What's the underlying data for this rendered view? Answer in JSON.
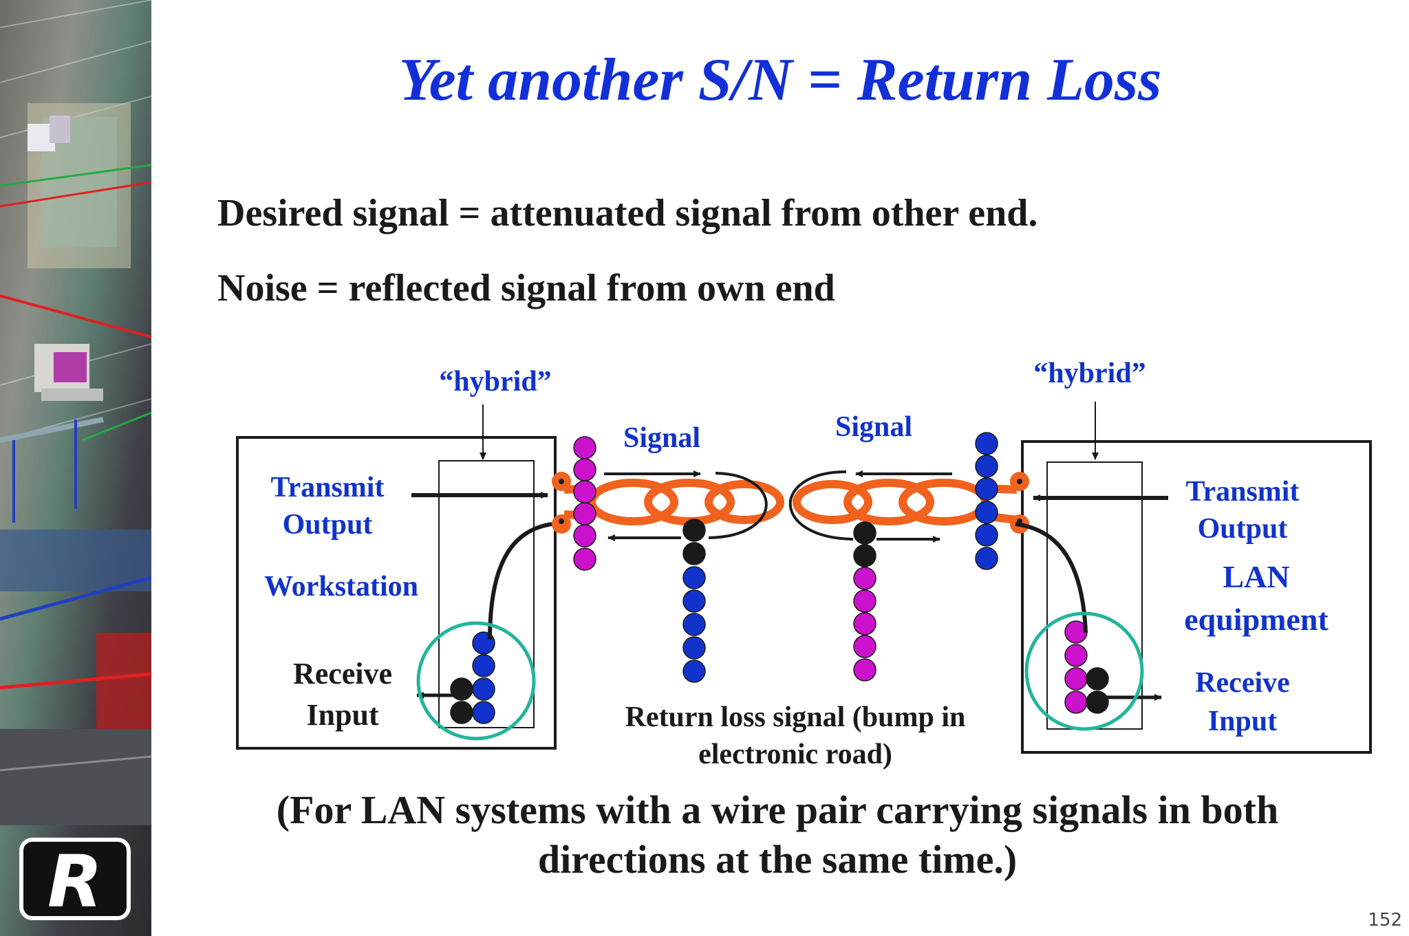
{
  "slide": {
    "title": "Yet another S/N = Return Loss",
    "lines": [
      "Desired signal = attenuated signal from other end.",
      "Noise = reflected signal from own end"
    ],
    "footnote_line1": "(For LAN systems with a wire pair carrying signals in both",
    "footnote_line2": "directions at the same time.)",
    "page_number": "152"
  },
  "diagram": {
    "left": {
      "hybrid": "“hybrid”",
      "transmit": "Transmit",
      "output": "Output",
      "device": "Workstation",
      "receive": "Receive",
      "input": "Input"
    },
    "right": {
      "hybrid": "“hybrid”",
      "transmit": "Transmit",
      "output": "Output",
      "device_line1": "LAN",
      "device_line2": "equipment",
      "receive": "Receive",
      "input": "Input"
    },
    "signal_left": "Signal",
    "signal_right": "Signal",
    "return_loss_line1": "Return loss signal (bump in",
    "return_loss_line2": "electronic road)"
  },
  "logo": {
    "text": "R"
  },
  "colors": {
    "title": "#1230d8",
    "label_blue": "#1133cc",
    "magenta": "#cc11cc",
    "blue_dot": "#1133cc",
    "black_dot": "#1a1a1a",
    "cable": "#f0621e",
    "circle": "#22b59a"
  }
}
